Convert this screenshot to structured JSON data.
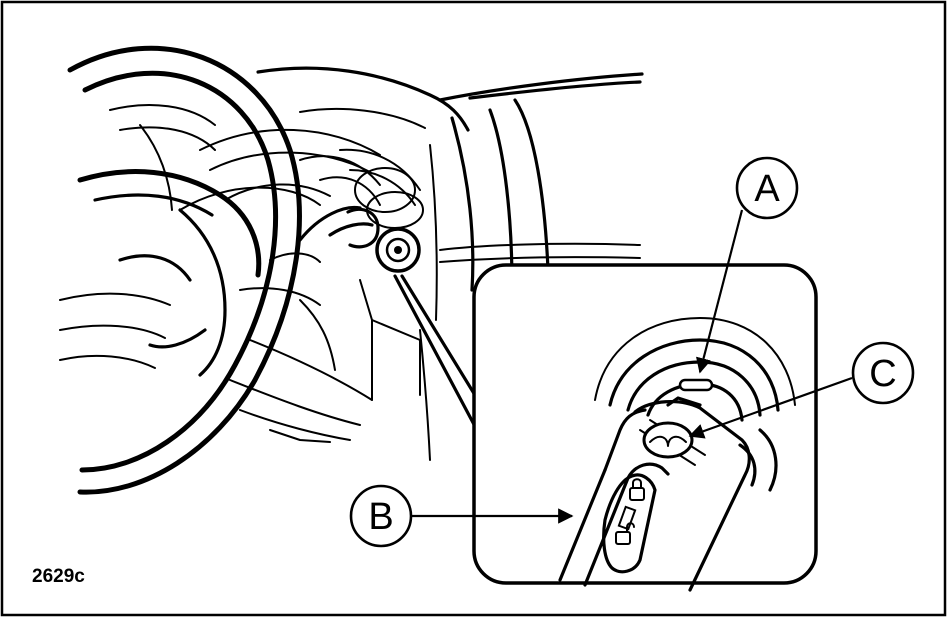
{
  "figure": {
    "id_label": "2629c",
    "callouts": {
      "a": "A",
      "b": "B",
      "c": "C"
    },
    "colors": {
      "line": "#000000",
      "background": "#ffffff"
    }
  }
}
